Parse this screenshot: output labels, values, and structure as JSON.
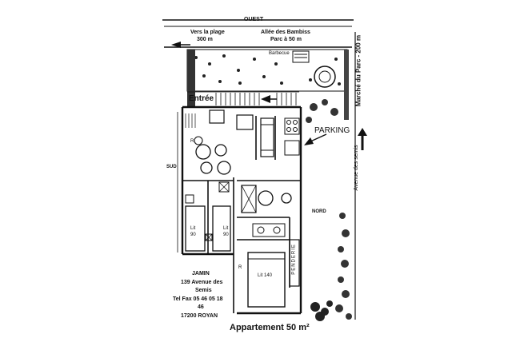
{
  "plan": {
    "compass": {
      "west": "OUEST",
      "south": "SUD",
      "north": "NORD"
    },
    "top": {
      "beach": "Vers la plage",
      "beach_dist": "300 m",
      "path": "Allée des Bambiss",
      "park": "Parc à 50 m"
    },
    "right": {
      "market": "Marché du Parc - 200 m",
      "avenue": "Avenue des semis"
    },
    "areas": {
      "barbecue": "Barbecue",
      "entrance": "Entrée",
      "parking": "PARKING",
      "wardrobe": "PENDERIE"
    },
    "beds": {
      "bed1": "Lit",
      "bed1_size": "90",
      "bed2": "Lit",
      "bed2_size": "90",
      "bed3": "Lit 140"
    },
    "marks": {
      "r": "R"
    },
    "contact": {
      "name": "JAMIN",
      "line1": "139 Avenue des",
      "line2": "Semis",
      "phone_a": "Tel Fax 05 46 05 18",
      "phone_b": "46",
      "city": "17200 ROYAN"
    },
    "caption": "Appartement 50 m²"
  }
}
